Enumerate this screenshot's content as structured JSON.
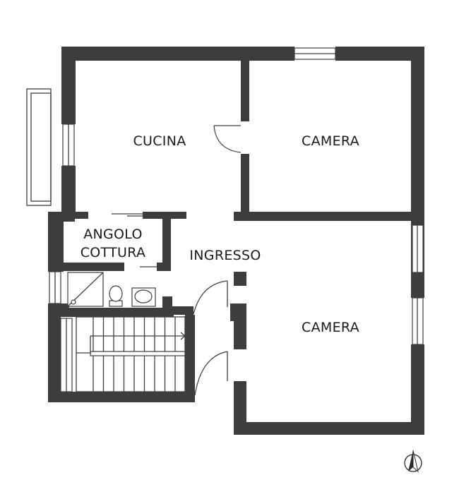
{
  "rooms": {
    "cucina": "CUCINA",
    "camera_top": "CAMERA",
    "angolo_line1": "ANGOLO",
    "angolo_line2": "COTTURA",
    "ingresso": "INGRESSO",
    "camera_bottom": "CAMERA"
  },
  "north_arrow": {
    "icon": "north-arrow-icon"
  },
  "colors": {
    "wall": "#3d3d3d",
    "background": "#ffffff"
  }
}
